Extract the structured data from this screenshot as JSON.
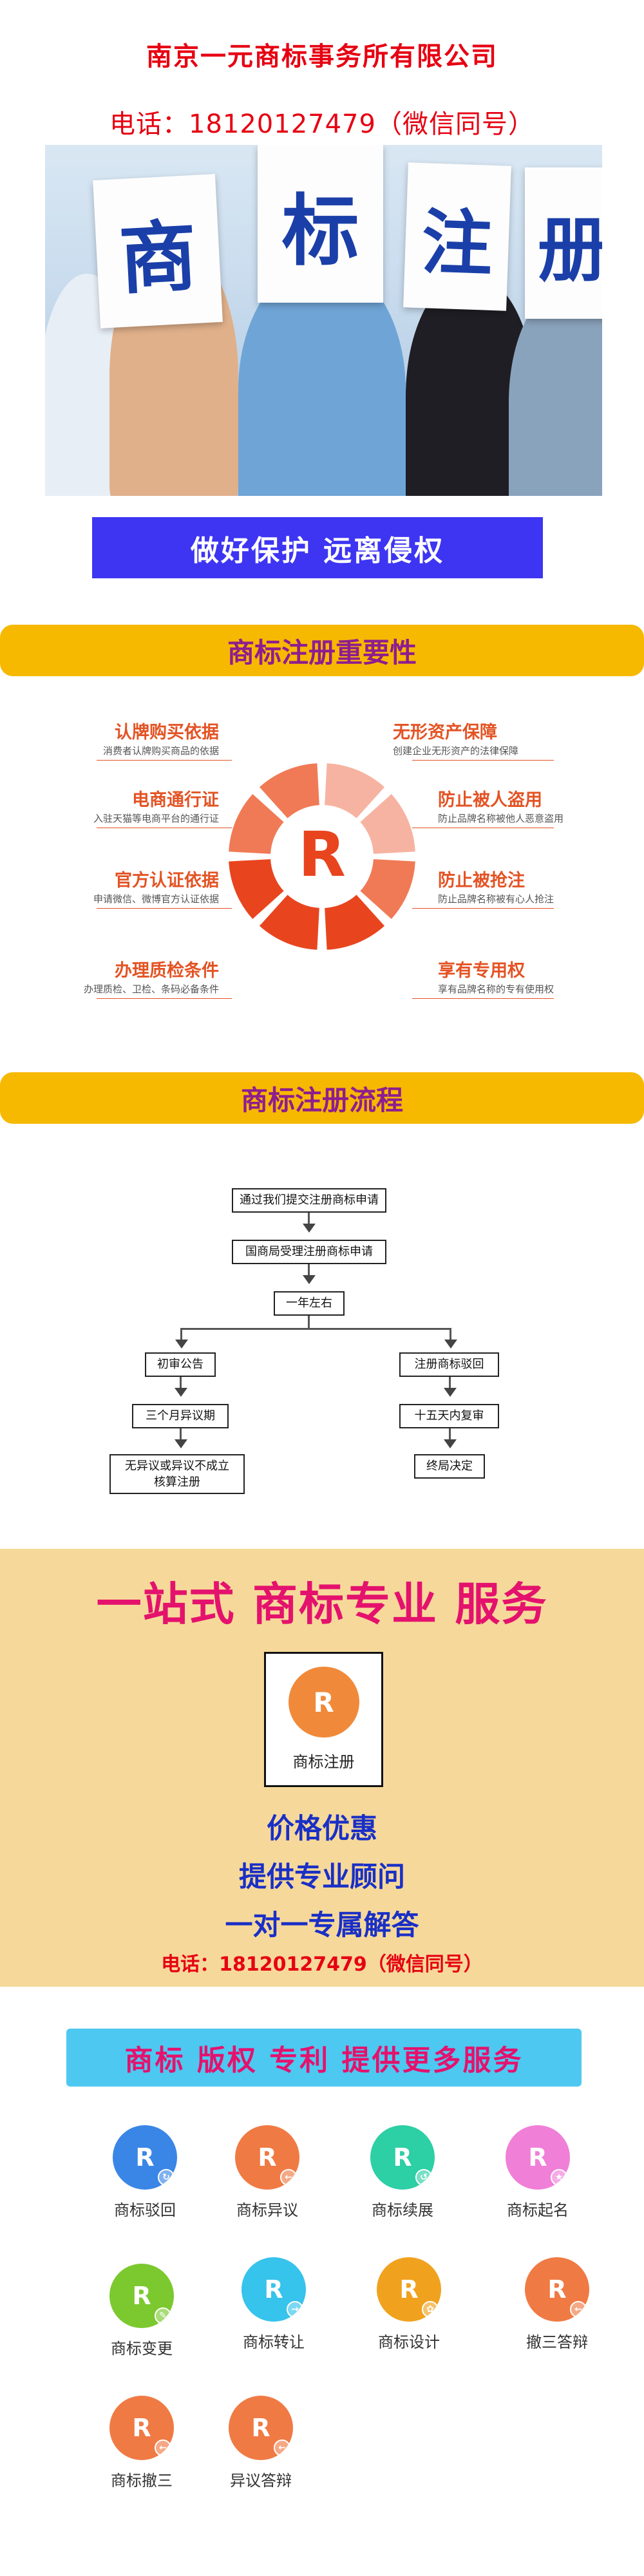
{
  "header": {
    "company": "南京一元商标事务所有限公司",
    "phone": "电话：18120127479（微信同号）"
  },
  "hero": {
    "cards": [
      "商",
      "标",
      "注",
      "册"
    ]
  },
  "slogan": "做好保护 远离侵权",
  "importance": {
    "band": "商标注册重要性",
    "center_letter": "R",
    "left": [
      {
        "title": "认牌购买依据",
        "sub": "消费者认牌购买商品的依据"
      },
      {
        "title": "电商通行证",
        "sub": "入驻天猫等电商平台的通行证"
      },
      {
        "title": "官方认证依据",
        "sub": "申请微信、微博官方认证依据"
      },
      {
        "title": "办理质检条件",
        "sub": "办理质检、卫检、条码必备条件"
      }
    ],
    "right": [
      {
        "title": "无形资产保障",
        "sub": "创建企业无形资产的法律保障"
      },
      {
        "title": "防止被人盗用",
        "sub": "防止品牌名称被他人恶意盗用"
      },
      {
        "title": "防止被抢注",
        "sub": "防止品牌名称被有心人抢注"
      },
      {
        "title": "享有专用权",
        "sub": "享有品牌名称的专有使用权"
      }
    ],
    "colors": {
      "ring_dark": "#e8451f",
      "ring_mid": "#f07a55",
      "ring_light": "#f7b3a1",
      "accent": "#e35324"
    }
  },
  "process": {
    "band": "商标注册流程",
    "step1": "通过我们提交注册商标申请",
    "step2": "国商局受理注册商标申请",
    "step3": "一年左右",
    "left_a": "初审公告",
    "left_b": "三个月异议期",
    "left_c": "无异议或异议不成立\n核算注册",
    "right_a": "注册商标驳回",
    "right_b": "十五天内复审",
    "right_c": "终局决定"
  },
  "service": {
    "headline": "一站式 商标专业 服务",
    "card_letter": "R",
    "card_label": "商标注册",
    "line1": "价格优惠",
    "line2": "提供专业顾问",
    "line3": "一对一专属解答",
    "phone": "电话：18120127479（微信同号）"
  },
  "more": {
    "band": "商标 版权 专利 提供更多服务",
    "items": [
      {
        "label": "商标驳回",
        "letter": "R",
        "color": "#3a86e6",
        "icon": "refresh-icon"
      },
      {
        "label": "商标异议",
        "letter": "R",
        "color": "#f07a44",
        "icon": "back-arrow-icon"
      },
      {
        "label": "商标续展",
        "letter": "R",
        "color": "#2dcfa5",
        "icon": "renew-icon"
      },
      {
        "label": "商标起名",
        "letter": "R",
        "color": "#f07fd8",
        "icon": "star-icon"
      },
      {
        "label": "商标变更",
        "letter": "R",
        "color": "#7bc92e",
        "icon": "edit-icon"
      },
      {
        "label": "商标转让",
        "letter": "R",
        "color": "#36c3ec",
        "icon": "forward-arrow-icon"
      },
      {
        "label": "商标设计",
        "letter": "R",
        "color": "#f0a21e",
        "icon": "design-icon"
      },
      {
        "label": "撤三答辩",
        "letter": "R",
        "color": "#f07a44",
        "icon": "back-arrow-icon"
      },
      {
        "label": "商标撤三",
        "letter": "R",
        "color": "#f07a44",
        "icon": "back-arrow-icon"
      },
      {
        "label": "异议答辩",
        "letter": "R",
        "color": "#f07a44",
        "icon": "back-arrow-icon"
      }
    ]
  }
}
